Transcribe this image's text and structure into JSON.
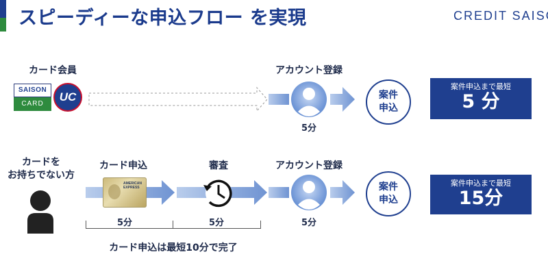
{
  "header": {
    "title": "スピーディーな申込フロー を実現",
    "logo": "CREDIT SAISON"
  },
  "row1": {
    "member_label": "カード会員",
    "saison_card_top": "SAISON",
    "saison_card_bottom": "CARD",
    "uc_logo": "UC",
    "account_label": "アカウント登録",
    "account_time": "5分",
    "case_circle": "案件\n申込",
    "result_caption": "案件申込まで最短",
    "result_value": "5 分"
  },
  "row2": {
    "no_card_label": "カードを\nお持ちでない方",
    "card_apply_label": "カード申込",
    "review_label": "審査",
    "account_label": "アカウント登録",
    "card_apply_time": "5分",
    "review_time": "5分",
    "account_time": "5分",
    "case_circle": "案件\n申込",
    "result_caption": "案件申込まで最短",
    "result_value": "15分",
    "bracket_note": "カード申込は最短10分で完了"
  },
  "icons": [
    "person-circle-icon",
    "person-silhouette-icon",
    "clock-history-icon",
    "arrow-right-icon",
    "dashed-arrow-icon",
    "gold-card-icon"
  ],
  "colors": {
    "brand_blue": "#1f3f8f",
    "arrow_blue": "#7d9fd8",
    "green": "#2e8b3e"
  }
}
